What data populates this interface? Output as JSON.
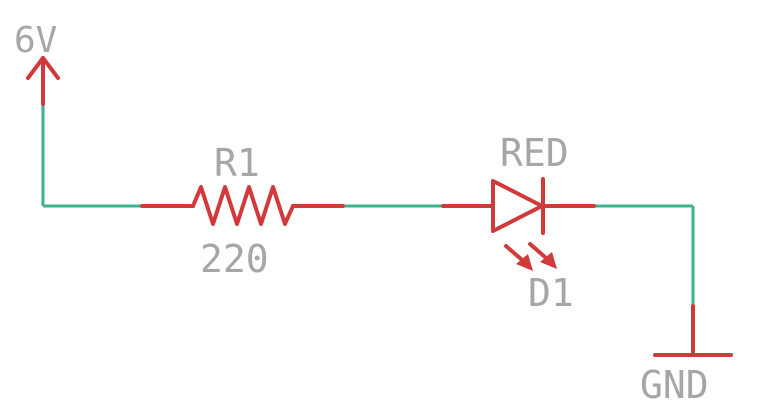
{
  "supply": {
    "label": "6V"
  },
  "resistor": {
    "designator": "R1",
    "value": "220"
  },
  "led": {
    "color_label": "RED",
    "designator": "D1"
  },
  "ground": {
    "label": "GND"
  },
  "colors": {
    "wire": "#3cb28a",
    "component": "#d03a3a",
    "label": "#a6a6a6"
  }
}
